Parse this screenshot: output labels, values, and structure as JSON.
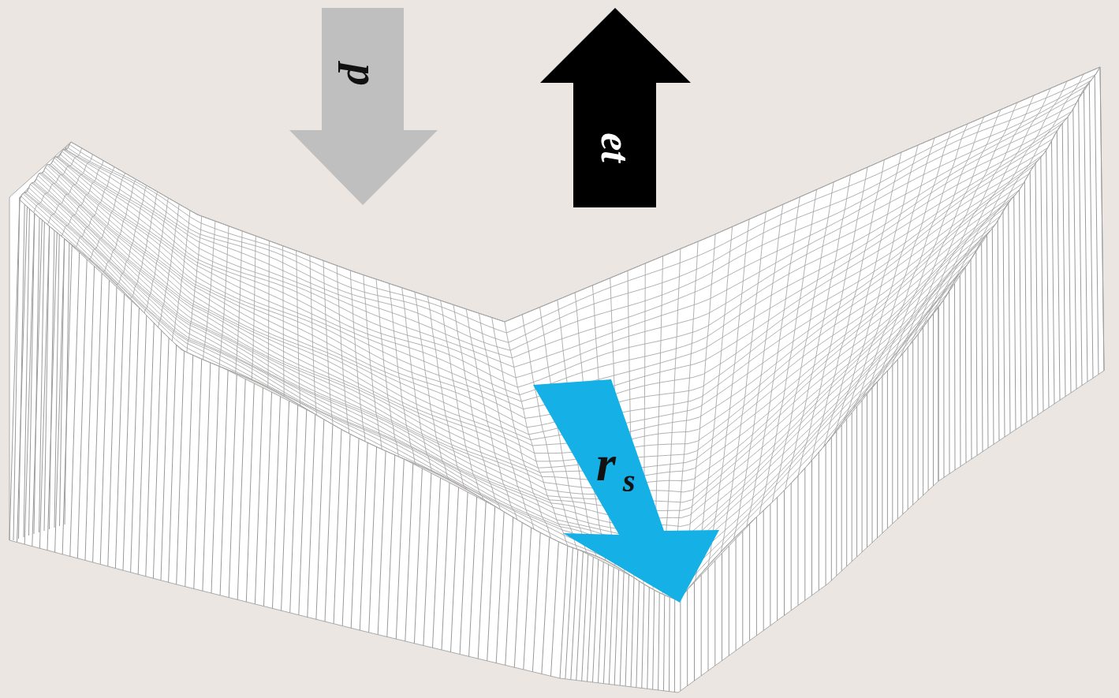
{
  "diagram": {
    "nodes": [
      {
        "text": [
          "p"
        ]
      },
      {
        "text": [
          "et"
        ]
      },
      {
        "text": [
          "r",
          "s"
        ]
      }
    ]
  }
}
